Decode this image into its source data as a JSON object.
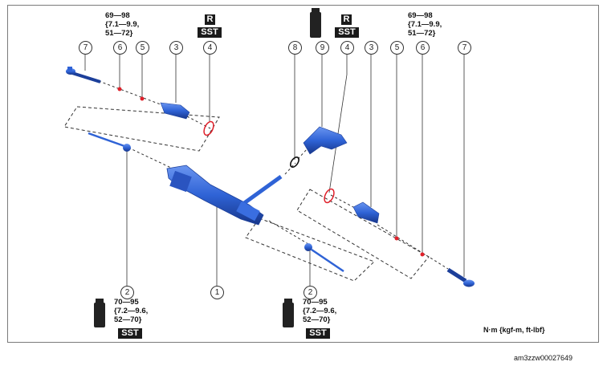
{
  "diagram": {
    "callouts": {
      "steering_gear": "1",
      "tie_rod_left": "2",
      "tie_rod_right": "2",
      "boot_left": "3",
      "boot_right": "3",
      "boot_band_left": "4",
      "boot_band_right": "4",
      "lock_nut_inner_left": "5",
      "lock_nut_inner_right": "5",
      "lock_nut_outer_left": "6",
      "lock_nut_outer_right": "6",
      "tie_rod_end_left": "7",
      "tie_rod_end_right": "7",
      "o_ring": "8",
      "rack_housing_cover": "9"
    },
    "torques": {
      "lock_nut_left": "69—98\n{7.1—9.9,\n51—72}",
      "lock_nut_right": "69—98\n{7.1—9.9,\n51—72}",
      "tie_rod_left": "70—95\n{7.2—9.6,\n52—70}",
      "tie_rod_right": "70—95\n{7.2—9.6,\n52—70}"
    },
    "badges": {
      "replace": "R",
      "sst": "SST"
    },
    "units_note": "N·m {kgf-m, ft-lbf}",
    "doc_id": "am3zzw00027649",
    "colors": {
      "part_blue": "#2f63d6",
      "part_dark": "#1c3f9a",
      "marker_red": "#e0202a",
      "line": "#333333"
    }
  }
}
